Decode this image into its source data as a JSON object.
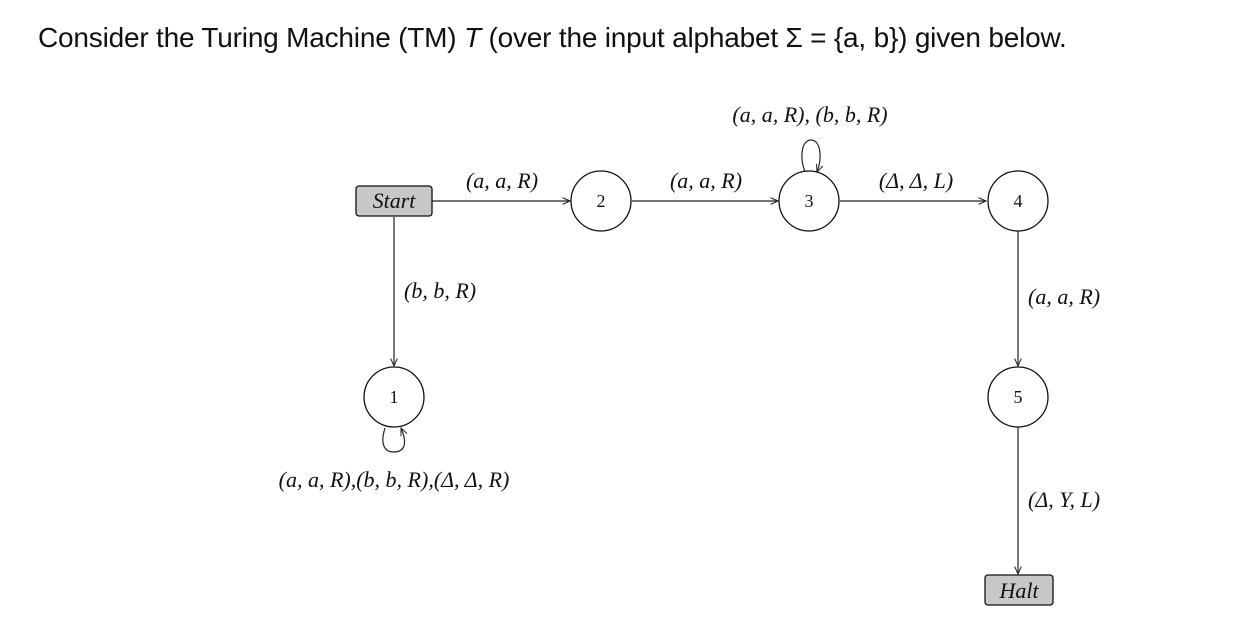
{
  "heading": {
    "before_T": "Consider the Turing Machine (TM) ",
    "T": "T",
    "after_T": " (over the input alphabet Σ = {a, b}) given below."
  },
  "nodes": {
    "start": "Start",
    "s1": "1",
    "s2": "2",
    "s3": "3",
    "s4": "4",
    "s5": "5",
    "halt": "Halt"
  },
  "edges": {
    "start_to_2": "(a, a, R)",
    "start_to_1": "(b, b, R)",
    "loop_1": "(a, a, R),(b, b, R),(Δ, Δ, R)",
    "s2_to_3": "(a, a, R)",
    "loop_3": "(a, a, R), (b, b, R)",
    "s3_to_4": "(Δ, Δ, L)",
    "s4_to_5": "(a, a, R)",
    "s5_to_halt": "(Δ, Y, L)"
  }
}
